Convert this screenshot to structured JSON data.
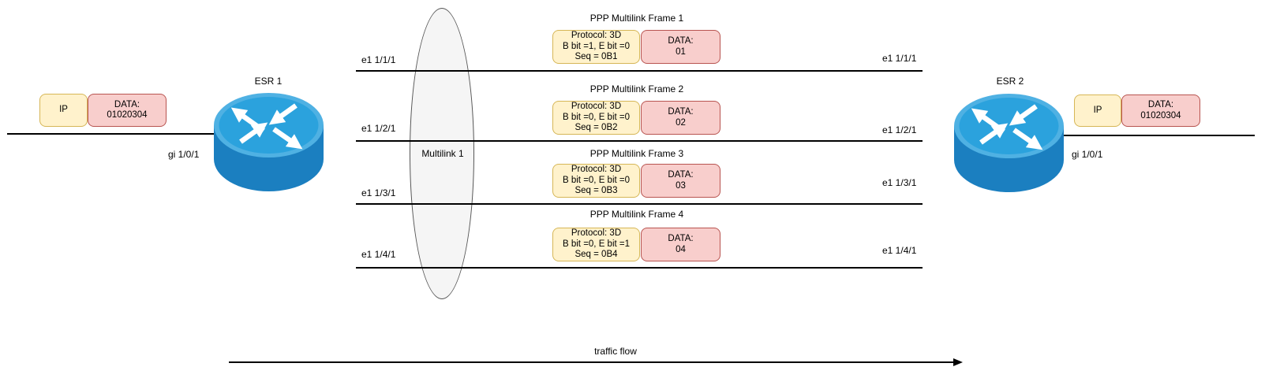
{
  "left_flow": {
    "ip_label": "IP",
    "data_label": "DATA:",
    "data_value": "01020304",
    "interface_label": "gi 1/0/1"
  },
  "right_flow": {
    "ip_label": "IP",
    "data_label": "DATA:",
    "data_value": "01020304",
    "interface_label": "gi 1/0/1"
  },
  "routers": [
    {
      "name": "ESR 1"
    },
    {
      "name": "ESR 2"
    }
  ],
  "multilink": {
    "label": "Multilink 1"
  },
  "links": [
    {
      "left_label": "e1 1/1/1",
      "right_label": "e1 1/1/1"
    },
    {
      "left_label": "e1 1/2/1",
      "right_label": "e1 1/2/1"
    },
    {
      "left_label": "e1 1/3/1",
      "right_label": "e1 1/3/1"
    },
    {
      "left_label": "e1 1/4/1",
      "right_label": "e1 1/4/1"
    }
  ],
  "frames": [
    {
      "title": "PPP Multilink Frame 1",
      "protocol": "Protocol: 3D",
      "bits": "B bit =1, E bit =0",
      "seq": "Seq = 0B1",
      "data_label": "DATA:",
      "data_value": "01"
    },
    {
      "title": "PPP Multilink Frame 2",
      "protocol": "Protocol: 3D",
      "bits": "B bit =0, E bit =0",
      "seq": "Seq = 0B2",
      "data_label": "DATA:",
      "data_value": "02"
    },
    {
      "title": "PPP Multilink Frame 3",
      "protocol": "Protocol: 3D",
      "bits": "B bit =0, E bit =0",
      "seq": "Seq = 0B3",
      "data_label": "DATA:",
      "data_value": "03"
    },
    {
      "title": "PPP Multilink Frame 4",
      "protocol": "Protocol: 3D",
      "bits": "B bit =0, E bit =1",
      "seq": "Seq = 0B4",
      "data_label": "DATA:",
      "data_value": "04"
    }
  ],
  "traffic_flow": {
    "label": "traffic flow"
  },
  "colors": {
    "header_fill": "#FFF2CC",
    "header_border": "#D6B656",
    "data_fill": "#F8CECC",
    "data_border": "#B85450",
    "router_top": "#2BA2DD",
    "router_body": "#1B7FC0",
    "line": "#000000"
  }
}
